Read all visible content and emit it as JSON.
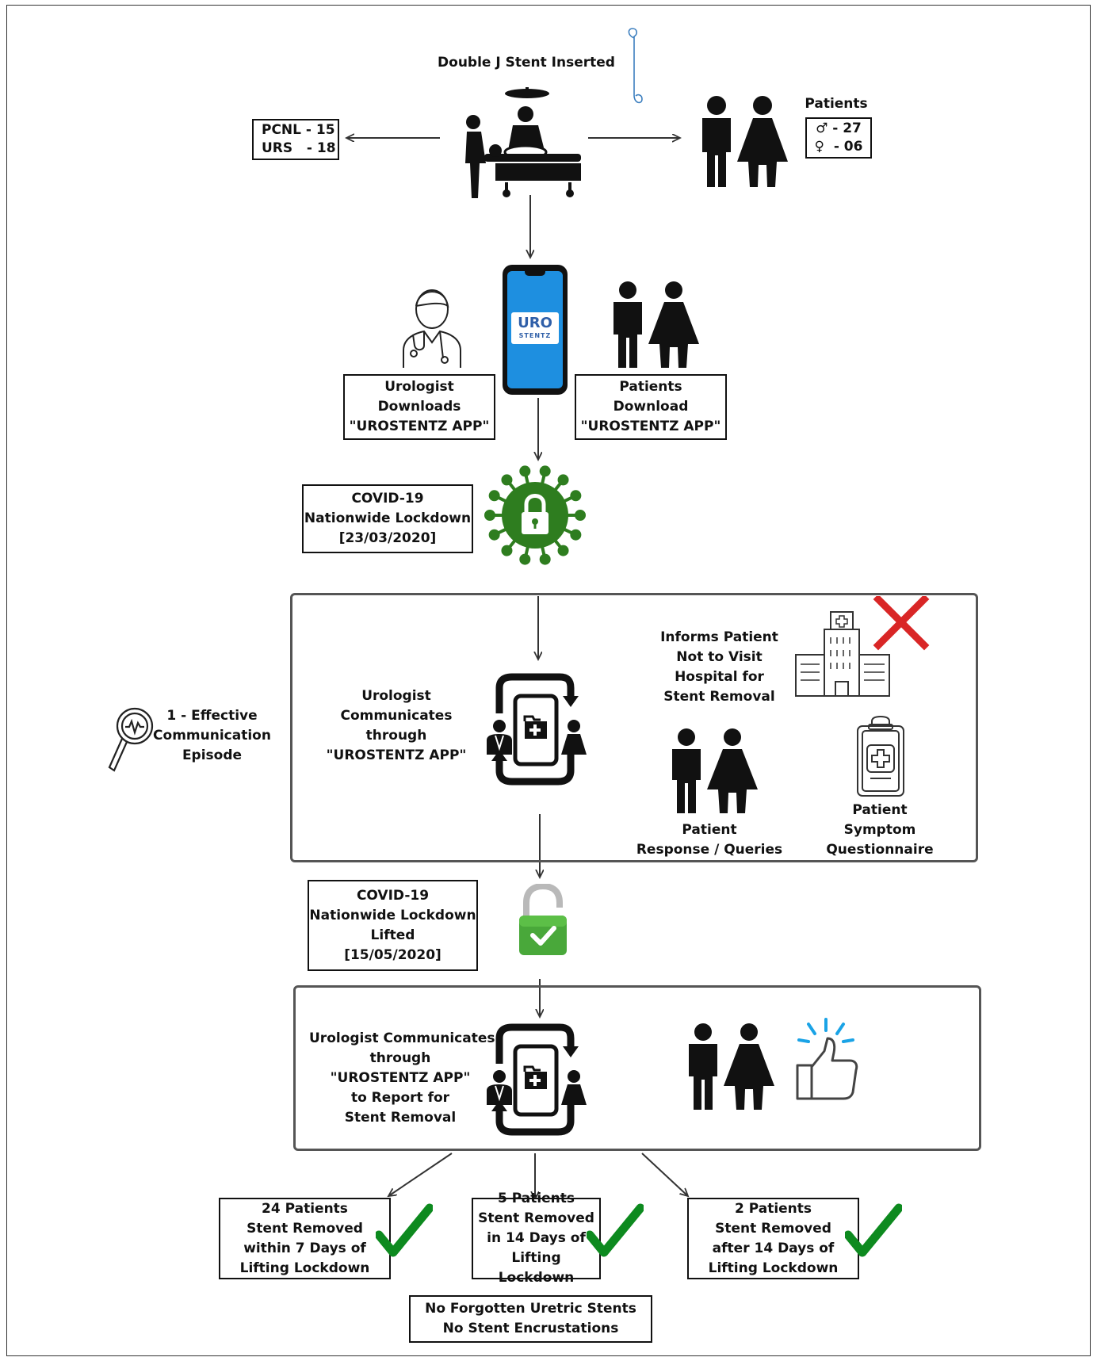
{
  "stent": {
    "title": "Double J Stent Inserted"
  },
  "procedures": {
    "line1": "PCNL - 15",
    "line2": "URS   - 18"
  },
  "patients": {
    "heading": "Patients",
    "male": "♂ - 27",
    "female": "♀  - 06"
  },
  "app": {
    "logo_main": "URO",
    "logo_sub": "STENTZ"
  },
  "urologist_download": [
    "Urologist",
    "Downloads",
    "\"UROSTENTZ APP\""
  ],
  "patients_download": [
    "Patients",
    "Download",
    "\"UROSTENTZ APP\""
  ],
  "lockdown": [
    "COVID-19",
    "Nationwide Lockdown",
    "[23/03/2020]"
  ],
  "episode": [
    "1 - Effective",
    "Communication",
    "Episode"
  ],
  "communicates": [
    "Urologist",
    "Communicates",
    "through",
    "\"UROSTENTZ APP\""
  ],
  "informs": [
    "Informs Patient",
    "Not to Visit",
    "Hospital for",
    "Stent Removal"
  ],
  "response": [
    "Patient",
    "Response / Queries"
  ],
  "questionnaire": [
    "Patient",
    "Symptom",
    "Questionnaire"
  ],
  "lifted": [
    "COVID-19",
    "Nationwide Lockdown",
    "Lifted",
    "[15/05/2020]"
  ],
  "report": [
    "Urologist Communicates",
    "through",
    "\"UROSTENTZ APP\"",
    "to Report for",
    "Stent Removal"
  ],
  "outcomes": [
    [
      "24 Patients",
      "Stent Removed",
      "within 7 Days of",
      "Lifting Lockdown"
    ],
    [
      "5 Patients",
      "Stent Removed",
      "in 14 Days of",
      "Lifting Lockdown"
    ],
    [
      "2 Patients",
      "Stent Removed",
      "after 14 Days of",
      "Lifting Lockdown"
    ]
  ],
  "final": [
    "No Forgotten Uretric Stents",
    "No Stent Encrustations"
  ],
  "colors": {
    "phone": "#1e8fe0",
    "virus": "#2e7d1f",
    "check": "#0d8a1f",
    "cross": "#d92626",
    "lock": "#49a83a",
    "like": "#1aa3e6"
  }
}
